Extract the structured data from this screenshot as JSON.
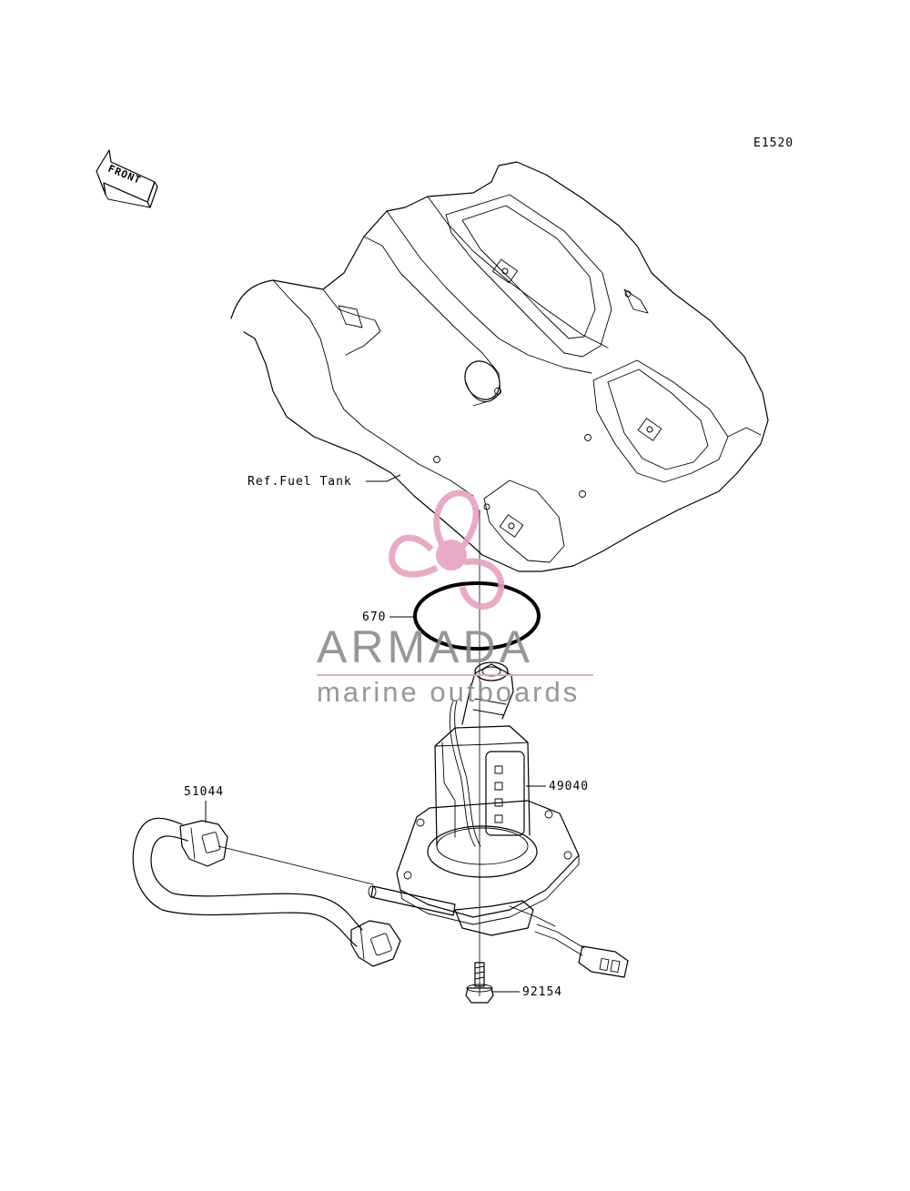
{
  "diagram_code": "E1520",
  "front_label": "FRONT",
  "labels": {
    "fuel_tank": "Ref.Fuel Tank",
    "oring": "670",
    "pump": "49040",
    "hose": "51044",
    "bolt": "92154"
  },
  "watermark": {
    "title": "ARMADA",
    "subtitle": "marine outboards"
  },
  "colors": {
    "watermark_pink": "#e6a3c0",
    "watermark_gray": "#8c8c8c",
    "line": "#000000"
  }
}
